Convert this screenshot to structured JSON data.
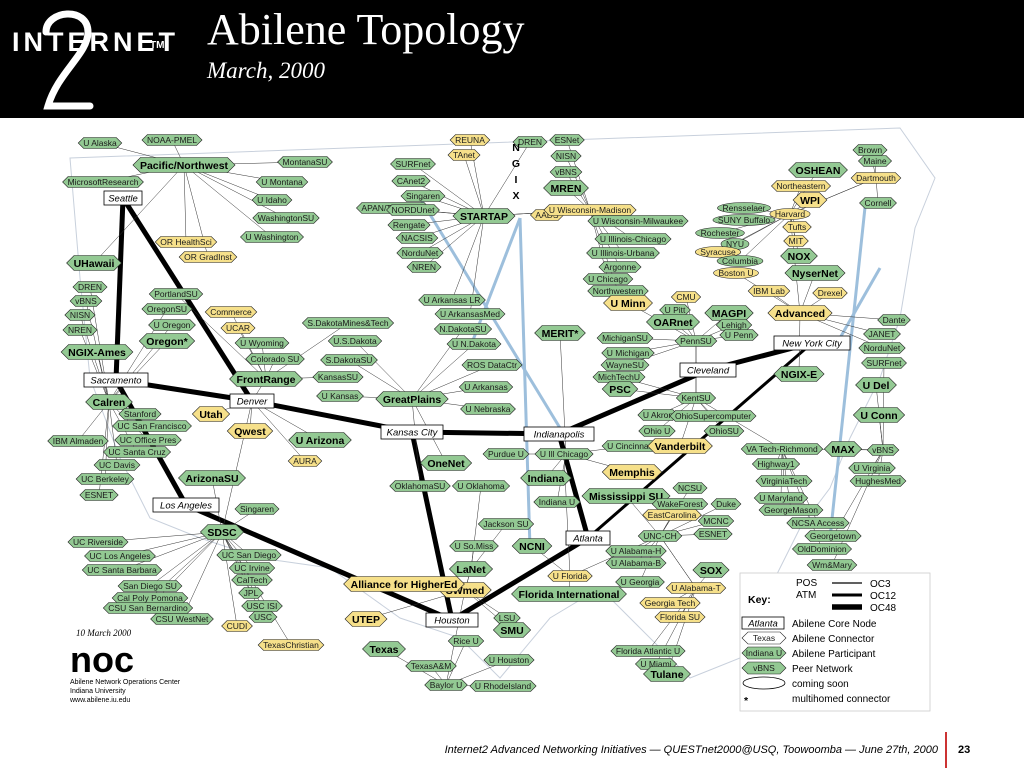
{
  "header": {
    "title": "Abilene Topology",
    "subtitle": "March, 2000",
    "logo_word": "INTERNET",
    "logo_tm": "TM",
    "logo_numeral": "2"
  },
  "colors": {
    "header_bg": "#000000",
    "node_green": "#93c993",
    "node_yellow": "#f6e08a",
    "link_blue": "#9dbfdc",
    "footer_line": "#cc3333"
  },
  "cities": [
    "Seattle",
    "Sacramento",
    "Denver",
    "Kansas City",
    "Indianapolis",
    "Cleveland",
    "New York City",
    "Los Angeles",
    "Atlanta",
    "Houston"
  ],
  "nodes": [
    {
      "label": "U Alaska",
      "style": "green"
    },
    {
      "label": "NOAA-PMEL",
      "style": "green"
    },
    {
      "label": "Pacific/Northwest",
      "style": "green-bold"
    },
    {
      "label": "MontanaSU",
      "style": "green"
    },
    {
      "label": "U Montana",
      "style": "green"
    },
    {
      "label": "MicrosoftResearch",
      "style": "green"
    },
    {
      "label": "U Idaho",
      "style": "green"
    },
    {
      "label": "WashingtonSU",
      "style": "green"
    },
    {
      "label": "U Washington",
      "style": "green"
    },
    {
      "label": "OR HealthSci",
      "style": "yellow"
    },
    {
      "label": "OR GradInst",
      "style": "yellow"
    },
    {
      "label": "UHawaii",
      "style": "green-bold"
    },
    {
      "label": "DREN",
      "style": "green"
    },
    {
      "label": "vBNS",
      "style": "green"
    },
    {
      "label": "NISN",
      "style": "green"
    },
    {
      "label": "NREN",
      "style": "green"
    },
    {
      "label": "NGIX-Ames",
      "style": "green-bold"
    },
    {
      "label": "PortlandSU",
      "style": "green"
    },
    {
      "label": "OregonSU",
      "style": "green"
    },
    {
      "label": "U Oregon",
      "style": "green"
    },
    {
      "label": "Oregon*",
      "style": "green-bold"
    },
    {
      "label": "Commerce",
      "style": "yellow"
    },
    {
      "label": "UCAR",
      "style": "yellow"
    },
    {
      "label": "U Wyoming",
      "style": "green"
    },
    {
      "label": "Colorado SU",
      "style": "green"
    },
    {
      "label": "FrontRange",
      "style": "green-bold"
    },
    {
      "label": "Calren",
      "style": "green-bold"
    },
    {
      "label": "Stanford",
      "style": "green"
    },
    {
      "label": "UC San Francisco",
      "style": "green"
    },
    {
      "label": "UC Office Pres",
      "style": "green"
    },
    {
      "label": "UC Santa Cruz",
      "style": "green"
    },
    {
      "label": "UC Davis",
      "style": "green"
    },
    {
      "label": "UC Berkeley",
      "style": "green"
    },
    {
      "label": "ESNET",
      "style": "green"
    },
    {
      "label": "IBM Almaden",
      "style": "green"
    },
    {
      "label": "Utah",
      "style": "yellow-bold"
    },
    {
      "label": "Qwest",
      "style": "yellow-bold"
    },
    {
      "label": "U Arizona",
      "style": "green-bold"
    },
    {
      "label": "AURA",
      "style": "yellow"
    },
    {
      "label": "ArizonaSU",
      "style": "green-bold"
    },
    {
      "label": "Singaren",
      "style": "green"
    },
    {
      "label": "SDSC",
      "style": "green-bold"
    },
    {
      "label": "UC Riverside",
      "style": "green"
    },
    {
      "label": "UC Los Angeles",
      "style": "green"
    },
    {
      "label": "UC Santa Barbara",
      "style": "green"
    },
    {
      "label": "San Diego SU",
      "style": "green"
    },
    {
      "label": "Cal Poly Pomona",
      "style": "green"
    },
    {
      "label": "CSU San Bernardino",
      "style": "green"
    },
    {
      "label": "CSU WestNet",
      "style": "green"
    },
    {
      "label": "UC San Diego",
      "style": "green"
    },
    {
      "label": "UC Irvine",
      "style": "green"
    },
    {
      "label": "CalTech",
      "style": "green"
    },
    {
      "label": "JPL",
      "style": "green"
    },
    {
      "label": "USC ISI",
      "style": "green"
    },
    {
      "label": "USC",
      "style": "green"
    },
    {
      "label": "CUDI",
      "style": "yellow"
    },
    {
      "label": "TexasChristian",
      "style": "yellow"
    },
    {
      "label": "S.DakotaMines&Tech",
      "style": "green"
    },
    {
      "label": "U.S.Dakota",
      "style": "green"
    },
    {
      "label": "S.DakotaSU",
      "style": "green"
    },
    {
      "label": "KansasSU",
      "style": "green"
    },
    {
      "label": "U Kansas",
      "style": "green"
    },
    {
      "label": "GreatPlains",
      "style": "green-bold"
    },
    {
      "label": "U Arkansas LR",
      "style": "green"
    },
    {
      "label": "U ArkansasMed",
      "style": "green"
    },
    {
      "label": "N.DakotaSU",
      "style": "green"
    },
    {
      "label": "U N.Dakota",
      "style": "green"
    },
    {
      "label": "ROS DataCtr",
      "style": "green"
    },
    {
      "label": "U Arkansas",
      "style": "green"
    },
    {
      "label": "U Nebraska",
      "style": "green"
    },
    {
      "label": "OneNet",
      "style": "green-bold"
    },
    {
      "label": "OklahomaSU",
      "style": "green"
    },
    {
      "label": "U Oklahoma",
      "style": "green"
    },
    {
      "label": "Purdue U",
      "style": "green"
    },
    {
      "label": "Indiana",
      "style": "green-bold"
    },
    {
      "label": "Indiana U",
      "style": "green"
    },
    {
      "label": "U Ill Chicago",
      "style": "green"
    },
    {
      "label": "REUNA",
      "style": "yellow"
    },
    {
      "label": "TAnet",
      "style": "yellow"
    },
    {
      "label": "SURFnet",
      "style": "green"
    },
    {
      "label": "CAnet2",
      "style": "green"
    },
    {
      "label": "Singaren",
      "style": "green"
    },
    {
      "label": "APAN/TransPAC",
      "style": "green"
    },
    {
      "label": "NORDUnet",
      "style": "green"
    },
    {
      "label": "STARTAP",
      "style": "green-bold"
    },
    {
      "label": "Rengate",
      "style": "green"
    },
    {
      "label": "NACSIS",
      "style": "green"
    },
    {
      "label": "NorduNet",
      "style": "green"
    },
    {
      "label": "NREN",
      "style": "green"
    },
    {
      "label": "DREN",
      "style": "green"
    },
    {
      "label": "ESNet",
      "style": "green"
    },
    {
      "label": "NISN",
      "style": "green"
    },
    {
      "label": "vBNS",
      "style": "green"
    },
    {
      "label": "MREN",
      "style": "green-bold"
    },
    {
      "label": "AADS",
      "style": "yellow"
    },
    {
      "label": "U Wisconsin-Madison",
      "style": "yellow"
    },
    {
      "label": "U Wisconsin-Milwaukee",
      "style": "green"
    },
    {
      "label": "U Illinois-Chicago",
      "style": "green"
    },
    {
      "label": "U Illinois-Urbana",
      "style": "green"
    },
    {
      "label": "Argonne",
      "style": "green"
    },
    {
      "label": "U Chicago",
      "style": "green"
    },
    {
      "label": "Northwestern",
      "style": "green"
    },
    {
      "label": "U Minn",
      "style": "yellow-bold"
    },
    {
      "label": "MERIT*",
      "style": "green-bold"
    },
    {
      "label": "MichiganSU",
      "style": "green"
    },
    {
      "label": "U Michigan",
      "style": "green"
    },
    {
      "label": "WayneSU",
      "style": "green"
    },
    {
      "label": "MichTechU",
      "style": "green"
    },
    {
      "label": "PSC",
      "style": "green-bold"
    },
    {
      "label": "PennSU",
      "style": "green"
    },
    {
      "label": "CMU",
      "style": "yellow"
    },
    {
      "label": "U Pitt",
      "style": "green"
    },
    {
      "label": "OARnet",
      "style": "green-bold"
    },
    {
      "label": "KentSU",
      "style": "green"
    },
    {
      "label": "U Akron",
      "style": "green"
    },
    {
      "label": "OhioSupercomputer",
      "style": "green"
    },
    {
      "label": "Ohio U",
      "style": "green"
    },
    {
      "label": "OhioSU",
      "style": "green"
    },
    {
      "label": "U Cincinnati",
      "style": "green"
    },
    {
      "label": "Vanderbilt",
      "style": "yellow-bold"
    },
    {
      "label": "Memphis",
      "style": "yellow-bold"
    },
    {
      "label": "Mississippi SU",
      "style": "green-bold"
    },
    {
      "label": "Jackson SU",
      "style": "green"
    },
    {
      "label": "U So.Miss",
      "style": "green"
    },
    {
      "label": "NCNI",
      "style": "green-bold"
    },
    {
      "label": "UNC-CH",
      "style": "green"
    },
    {
      "label": "NCSU",
      "style": "green"
    },
    {
      "label": "WakeForest",
      "style": "green"
    },
    {
      "label": "Duke",
      "style": "green"
    },
    {
      "label": "EastCarolina",
      "style": "yellow"
    },
    {
      "label": "MCNC",
      "style": "green"
    },
    {
      "label": "ESNET",
      "style": "green"
    },
    {
      "label": "U Alabama-H",
      "style": "green"
    },
    {
      "label": "U Alabama-B",
      "style": "green"
    },
    {
      "label": "U Alabama-T",
      "style": "yellow"
    },
    {
      "label": "SOX",
      "style": "green-bold"
    },
    {
      "label": "U Georgia",
      "style": "green"
    },
    {
      "label": "Georgia Tech",
      "style": "yellow"
    },
    {
      "label": "Florida SU",
      "style": "yellow"
    },
    {
      "label": "U Florida",
      "style": "yellow"
    },
    {
      "label": "Florida International",
      "style": "green-bold"
    },
    {
      "label": "Florida Atlantic U",
      "style": "green"
    },
    {
      "label": "U Miami",
      "style": "green"
    },
    {
      "label": "Tulane",
      "style": "green-bold"
    },
    {
      "label": "LaNet",
      "style": "green-bold"
    },
    {
      "label": "LSU",
      "style": "green"
    },
    {
      "label": "SMU",
      "style": "green-bold"
    },
    {
      "label": "SWmed",
      "style": "yellow-bold"
    },
    {
      "label": "Alliance for HigherEd",
      "style": "yellow-bold"
    },
    {
      "label": "UTEP",
      "style": "yellow-bold"
    },
    {
      "label": "Texas",
      "style": "green-bold"
    },
    {
      "label": "Rice U",
      "style": "green"
    },
    {
      "label": "TexasA&M",
      "style": "green"
    },
    {
      "label": "U Houston",
      "style": "green"
    },
    {
      "label": "Baylor U",
      "style": "green"
    },
    {
      "label": "U RhodeIsland",
      "style": "green"
    },
    {
      "label": "Brown",
      "style": "green"
    },
    {
      "label": "Maine",
      "style": "green"
    },
    {
      "label": "OSHEAN",
      "style": "green-bold"
    },
    {
      "label": "Dartmouth",
      "style": "yellow"
    },
    {
      "label": "Northeastern",
      "style": "yellow"
    },
    {
      "label": "WPI",
      "style": "yellow-bold"
    },
    {
      "label": "Cornell",
      "style": "green"
    },
    {
      "label": "Rensselaer",
      "style": "green"
    },
    {
      "label": "SUNY Buffalo",
      "style": "green"
    },
    {
      "label": "Rochester",
      "style": "green"
    },
    {
      "label": "NYU",
      "style": "green"
    },
    {
      "label": "Syracuse",
      "style": "yellow"
    },
    {
      "label": "Columbia",
      "style": "green"
    },
    {
      "label": "Boston U",
      "style": "yellow"
    },
    {
      "label": "Harvard",
      "style": "yellow"
    },
    {
      "label": "Tufts",
      "style": "yellow"
    },
    {
      "label": "MIT",
      "style": "yellow"
    },
    {
      "label": "NOX",
      "style": "green-bold"
    },
    {
      "label": "NyserNet",
      "style": "green-bold"
    },
    {
      "label": "IBM Lab",
      "style": "yellow"
    },
    {
      "label": "Drexel",
      "style": "yellow"
    },
    {
      "label": "MAGPI",
      "style": "green-bold"
    },
    {
      "label": "Lehigh",
      "style": "green"
    },
    {
      "label": "U Penn",
      "style": "green"
    },
    {
      "label": "Advanced",
      "style": "yellow-bold"
    },
    {
      "label": "Dante",
      "style": "green"
    },
    {
      "label": "JANET",
      "style": "green"
    },
    {
      "label": "NorduNet",
      "style": "green"
    },
    {
      "label": "SURFnet",
      "style": "green"
    },
    {
      "label": "NGIX-E",
      "style": "green-bold"
    },
    {
      "label": "U Del",
      "style": "green-bold"
    },
    {
      "label": "U Conn",
      "style": "green-bold"
    },
    {
      "label": "MAX",
      "style": "green-bold"
    },
    {
      "label": "vBNS",
      "style": "green"
    },
    {
      "label": "VA Tech-Richmond",
      "style": "green"
    },
    {
      "label": "Highway1",
      "style": "green"
    },
    {
      "label": "U Virginia",
      "style": "green"
    },
    {
      "label": "VirginiaTech",
      "style": "green"
    },
    {
      "label": "HughesMed",
      "style": "green"
    },
    {
      "label": "U Maryland",
      "style": "green"
    },
    {
      "label": "GeorgeMason",
      "style": "green"
    },
    {
      "label": "NCSA Access",
      "style": "green"
    },
    {
      "label": "Georgetown",
      "style": "green"
    },
    {
      "label": "OldDominion",
      "style": "green"
    },
    {
      "label": "Wm&Mary",
      "style": "green"
    }
  ],
  "ngix_vertical": [
    "N",
    "G",
    "I",
    "X"
  ],
  "key": {
    "title": "Key:",
    "line_items": [
      {
        "label": "POS",
        "value": "OC3"
      },
      {
        "label": "ATM",
        "value": "OC12"
      },
      {
        "label": "",
        "value": "OC48"
      }
    ],
    "items": [
      {
        "symbol": "Atlanta",
        "label": "Abilene Core Node"
      },
      {
        "symbol": "Texas",
        "label": "Abilene Connector"
      },
      {
        "symbol": "Indiana U",
        "label": "Abilene Participant"
      },
      {
        "symbol": "vBNS",
        "label": "Peer Network"
      },
      {
        "symbol": "",
        "label": "coming soon"
      },
      {
        "symbol": "*",
        "label": "multihomed connector"
      }
    ]
  },
  "noc": {
    "date": "10 March 2000",
    "logo_text": "noc",
    "lines": [
      "Abilene Network Operations Center",
      "Indiana University",
      "www.abilene.iu.edu"
    ]
  },
  "footer": {
    "text": "Internet2 Advanced Networking Initiatives — QUESTnet2000@USQ, Toowoomba — June 27th, 2000",
    "page": "23"
  }
}
